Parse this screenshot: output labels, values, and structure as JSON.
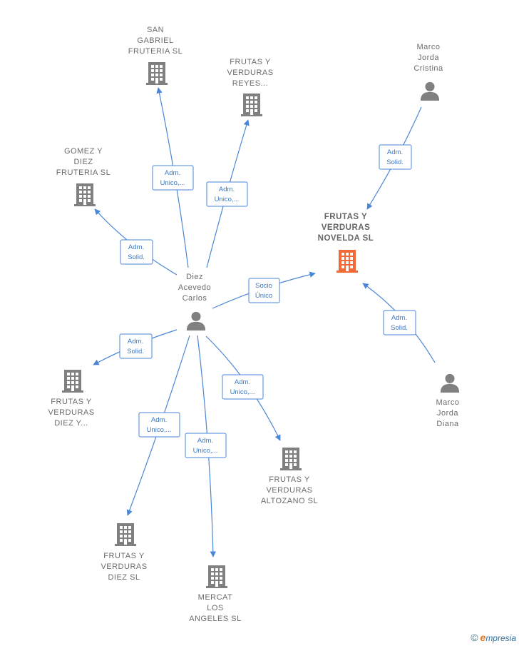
{
  "colors": {
    "edge": "#4a86d8",
    "company": "#808080",
    "company_center": "#f06a35",
    "person": "#808080"
  },
  "nodes": [
    {
      "id": "san-gabriel",
      "type": "company",
      "lines": [
        "SAN",
        "GABRIEL",
        "FRUTERIA  SL"
      ]
    },
    {
      "id": "reyes",
      "type": "company",
      "lines": [
        "FRUTAS Y",
        "VERDURAS",
        "REYES..."
      ]
    },
    {
      "id": "marco-cristina",
      "type": "person",
      "lines": [
        "Marco",
        "Jorda",
        "Cristina"
      ]
    },
    {
      "id": "gomez-diez",
      "type": "company",
      "lines": [
        "GOMEZ Y",
        "DIEZ",
        "FRUTERIA  SL"
      ]
    },
    {
      "id": "novelda",
      "type": "company-center",
      "lines": [
        "FRUTAS Y",
        "VERDURAS",
        "NOVELDA  SL"
      ]
    },
    {
      "id": "diez-acevedo",
      "type": "person",
      "lines": [
        "Diez",
        "Acevedo",
        "Carlos"
      ]
    },
    {
      "id": "diez-y",
      "type": "company",
      "lines": [
        "FRUTAS Y",
        "VERDURAS",
        "DIEZ Y..."
      ]
    },
    {
      "id": "marco-diana",
      "type": "person",
      "lines": [
        "Marco",
        "Jorda",
        "Diana"
      ]
    },
    {
      "id": "altozano",
      "type": "company",
      "lines": [
        "FRUTAS Y",
        "VERDURAS",
        "ALTOZANO  SL"
      ]
    },
    {
      "id": "diez-sl",
      "type": "company",
      "lines": [
        "FRUTAS Y",
        "VERDURAS",
        "DIEZ  SL"
      ]
    },
    {
      "id": "mercat",
      "type": "company",
      "lines": [
        "MERCAT",
        "LOS",
        "ANGELES  SL"
      ]
    }
  ],
  "edges": [
    {
      "id": "e-san-gabriel",
      "lines": [
        "Adm.",
        "Unico,..."
      ]
    },
    {
      "id": "e-reyes",
      "lines": [
        "Adm.",
        "Unico,..."
      ]
    },
    {
      "id": "e-marco-cristina",
      "lines": [
        "Adm.",
        "Solid."
      ]
    },
    {
      "id": "e-gomez",
      "lines": [
        "Adm.",
        "Solid."
      ]
    },
    {
      "id": "e-novelda",
      "lines": [
        "Socio",
        "Único"
      ]
    },
    {
      "id": "e-marco-diana",
      "lines": [
        "Adm.",
        "Solid."
      ]
    },
    {
      "id": "e-diez-y",
      "lines": [
        "Adm.",
        "Solid."
      ]
    },
    {
      "id": "e-altozano",
      "lines": [
        "Adm.",
        "Unico,..."
      ]
    },
    {
      "id": "e-diez-sl",
      "lines": [
        "Adm.",
        "Unico,..."
      ]
    },
    {
      "id": "e-mercat",
      "lines": [
        "Adm.",
        "Unico,..."
      ]
    }
  ],
  "footer": {
    "copyright": "©",
    "brand_initial": "e",
    "brand_rest": "mpresia"
  }
}
